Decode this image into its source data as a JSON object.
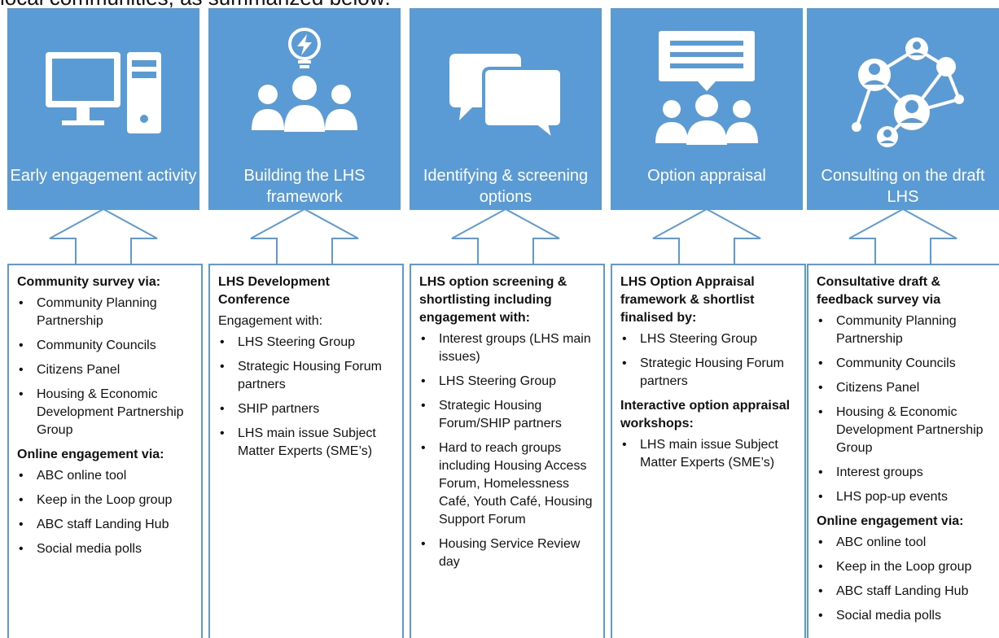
{
  "intro_text": "local communities, as summarized below:",
  "colors": {
    "stage_fill": "#5b9bd5",
    "border": "#5b9bd5",
    "text": "#111111",
    "icon": "#ffffff"
  },
  "stages": [
    {
      "label": "Early engagement activity",
      "icon": "desktop-computer-icon",
      "blocks": [
        {
          "heading": "Community  survey via:"
        },
        {
          "items": [
            "Community Planning Partnership",
            "Community Councils",
            "Citizens Panel",
            "Housing & Economic Development Partnership Group"
          ]
        },
        {
          "heading": "Online engagement via:"
        },
        {
          "items": [
            "ABC online tool",
            "Keep in the Loop group",
            "ABC staff Landing Hub",
            "Social media polls"
          ]
        }
      ]
    },
    {
      "label": "Building the LHS framework",
      "icon": "lightbulb-people-icon",
      "blocks": [
        {
          "heading": "LHS Development Conference"
        },
        {
          "text": "Engagement with:"
        },
        {
          "items": [
            "LHS Steering Group",
            "Strategic Housing Forum partners",
            "SHIP partners",
            "LHS main issue Subject Matter Experts (SME’s)"
          ]
        }
      ]
    },
    {
      "label": "Identifying & screening options",
      "icon": "speech-bubbles-icon",
      "blocks": [
        {
          "heading": "LHS option screening & shortlisting including engagement with:"
        },
        {
          "items": [
            "Interest groups (LHS main issues)",
            "LHS Steering Group",
            "Strategic Housing Forum/SHIP partners",
            "Hard to reach groups including Housing Access Forum, Homelessness Café, Youth Café, Housing Support Forum",
            "Housing Service Review day"
          ]
        }
      ]
    },
    {
      "label": "Option appraisal",
      "icon": "presentation-group-icon",
      "blocks": [
        {
          "heading": "LHS Option Appraisal framework & shortlist finalised by:"
        },
        {
          "items": [
            "LHS Steering Group",
            "Strategic Housing Forum partners"
          ]
        },
        {
          "heading": "Interactive option appraisal workshops:"
        },
        {
          "items": [
            "LHS main issue Subject Matter Experts (SME’s)"
          ]
        }
      ]
    },
    {
      "label": "Consulting on the draft LHS",
      "icon": "network-people-icon",
      "blocks": [
        {
          "heading": "Consultative draft & feedback survey via"
        },
        {
          "items": [
            "Community Planning Partnership",
            "Community Councils",
            "Citizens Panel",
            "Housing & Economic Development Partnership Group",
            "Interest groups",
            "LHS pop-up events"
          ]
        },
        {
          "heading": "Online engagement via:"
        },
        {
          "items": [
            "ABC online tool",
            "Keep in the Loop group",
            "ABC staff Landing Hub",
            "Social media polls"
          ]
        }
      ]
    }
  ]
}
